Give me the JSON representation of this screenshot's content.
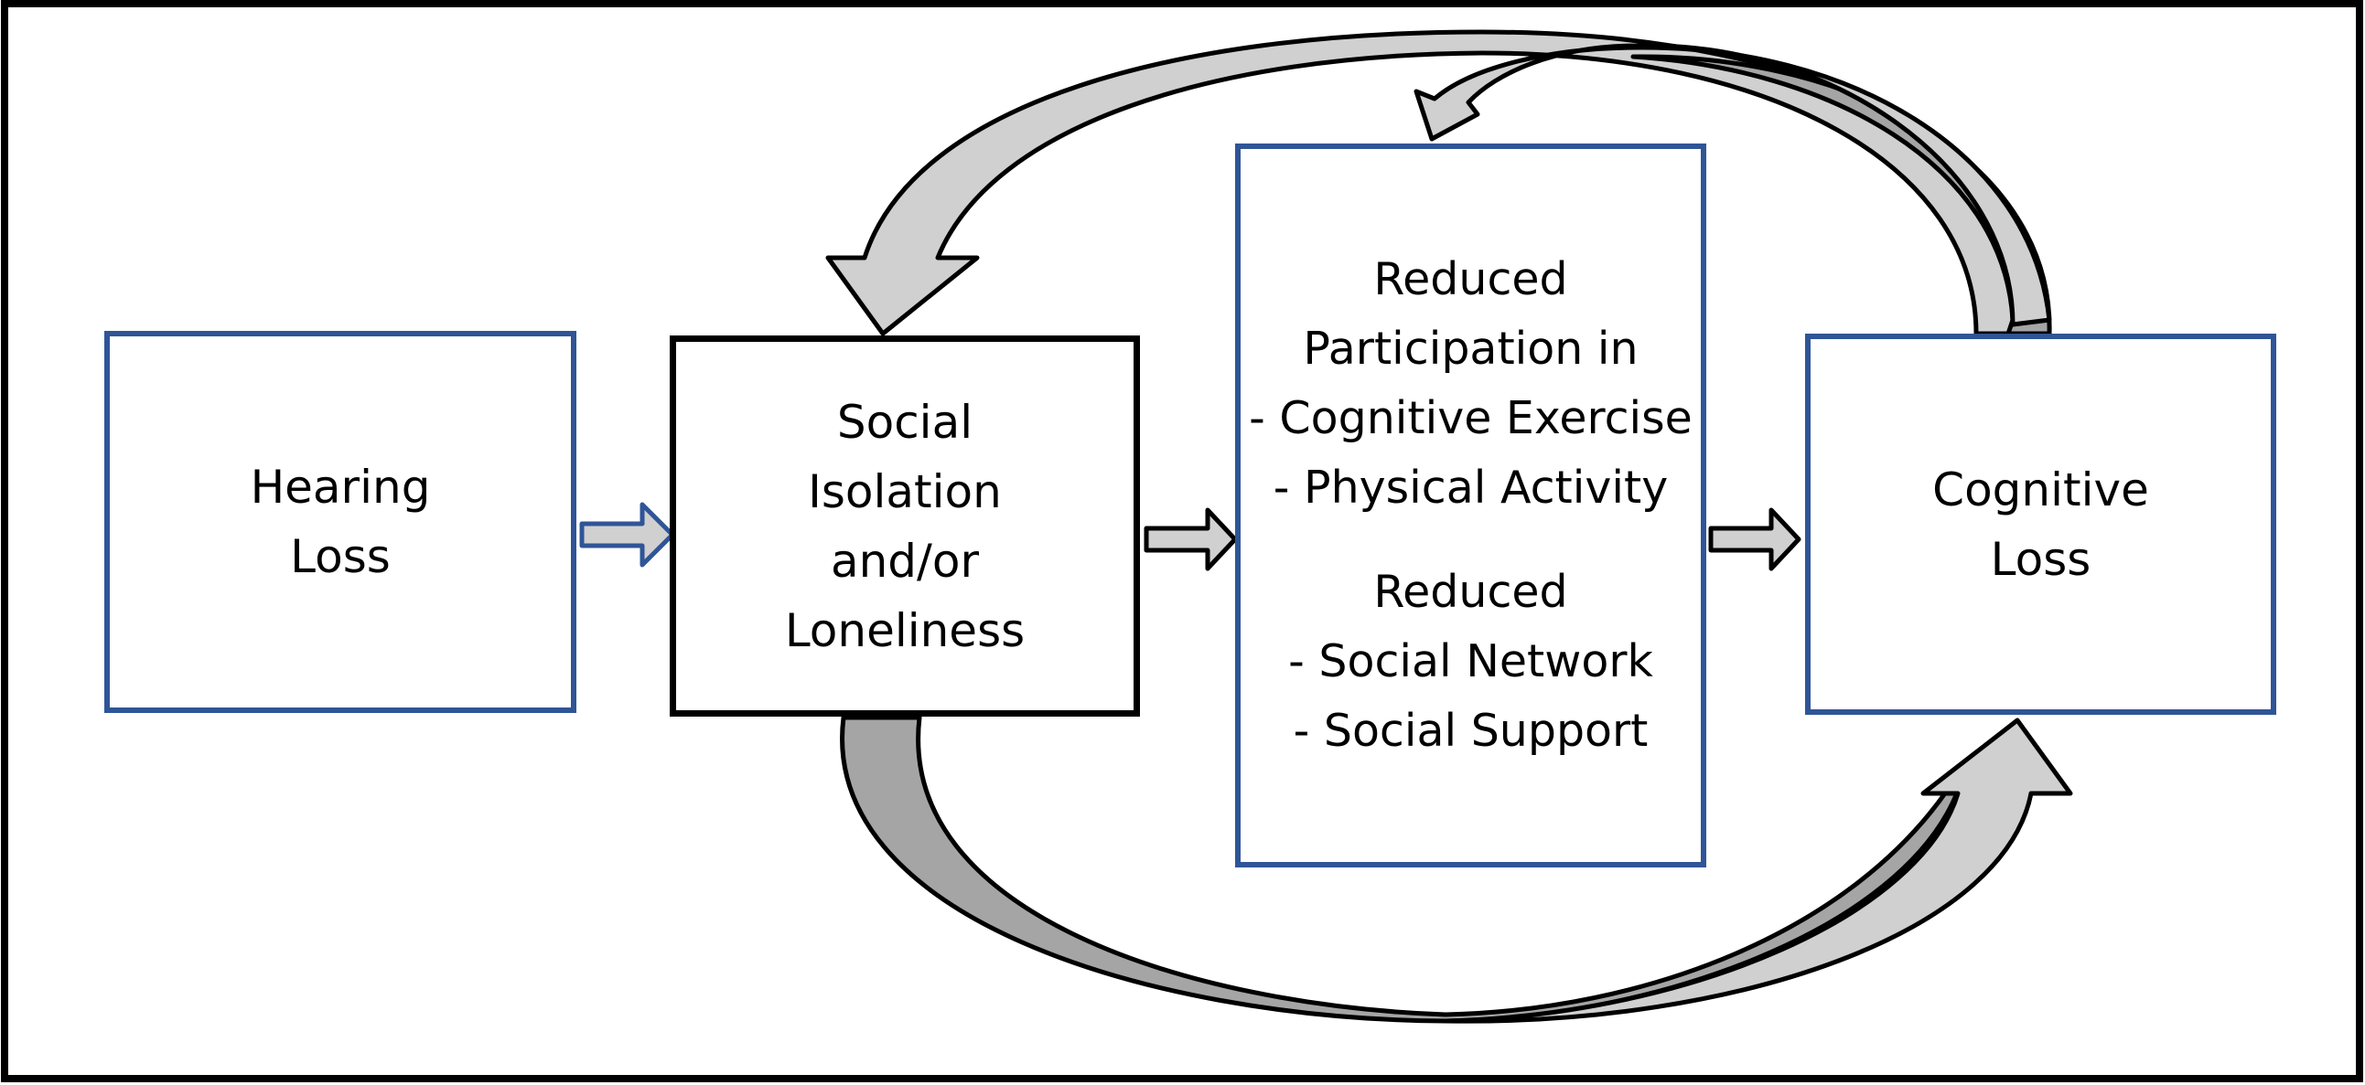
{
  "nodes": {
    "hearing_loss": {
      "lines": [
        "Hearing",
        "Loss"
      ]
    },
    "social_isolation": {
      "lines": [
        "Social",
        "Isolation",
        "and/or",
        "Loneliness"
      ]
    },
    "reduced_participation": {
      "group1": [
        "Reduced",
        "Participation in",
        "- Cognitive Exercise",
        "- Physical Activity"
      ],
      "group2": [
        "Reduced",
        "- Social Network",
        "- Social Support"
      ]
    },
    "cognitive_loss": {
      "lines": [
        "Cognitive",
        "Loss"
      ]
    }
  },
  "edges": [
    {
      "from": "hearing_loss",
      "to": "social_isolation",
      "style": "straight"
    },
    {
      "from": "social_isolation",
      "to": "reduced_participation",
      "style": "straight"
    },
    {
      "from": "reduced_participation",
      "to": "cognitive_loss",
      "style": "straight"
    },
    {
      "from": "cognitive_loss",
      "to": "social_isolation",
      "style": "curved-over"
    },
    {
      "from": "cognitive_loss",
      "to": "reduced_participation",
      "style": "curved-over"
    },
    {
      "from": "social_isolation",
      "to": "cognitive_loss",
      "style": "curved-under"
    }
  ],
  "colors": {
    "box_border_blue": "#2f5597",
    "box_border_black": "#000000",
    "arrow_fill_light": "#d0d0d0",
    "arrow_fill_dark": "#a5a5a5",
    "arrow_stroke": "#000000"
  }
}
